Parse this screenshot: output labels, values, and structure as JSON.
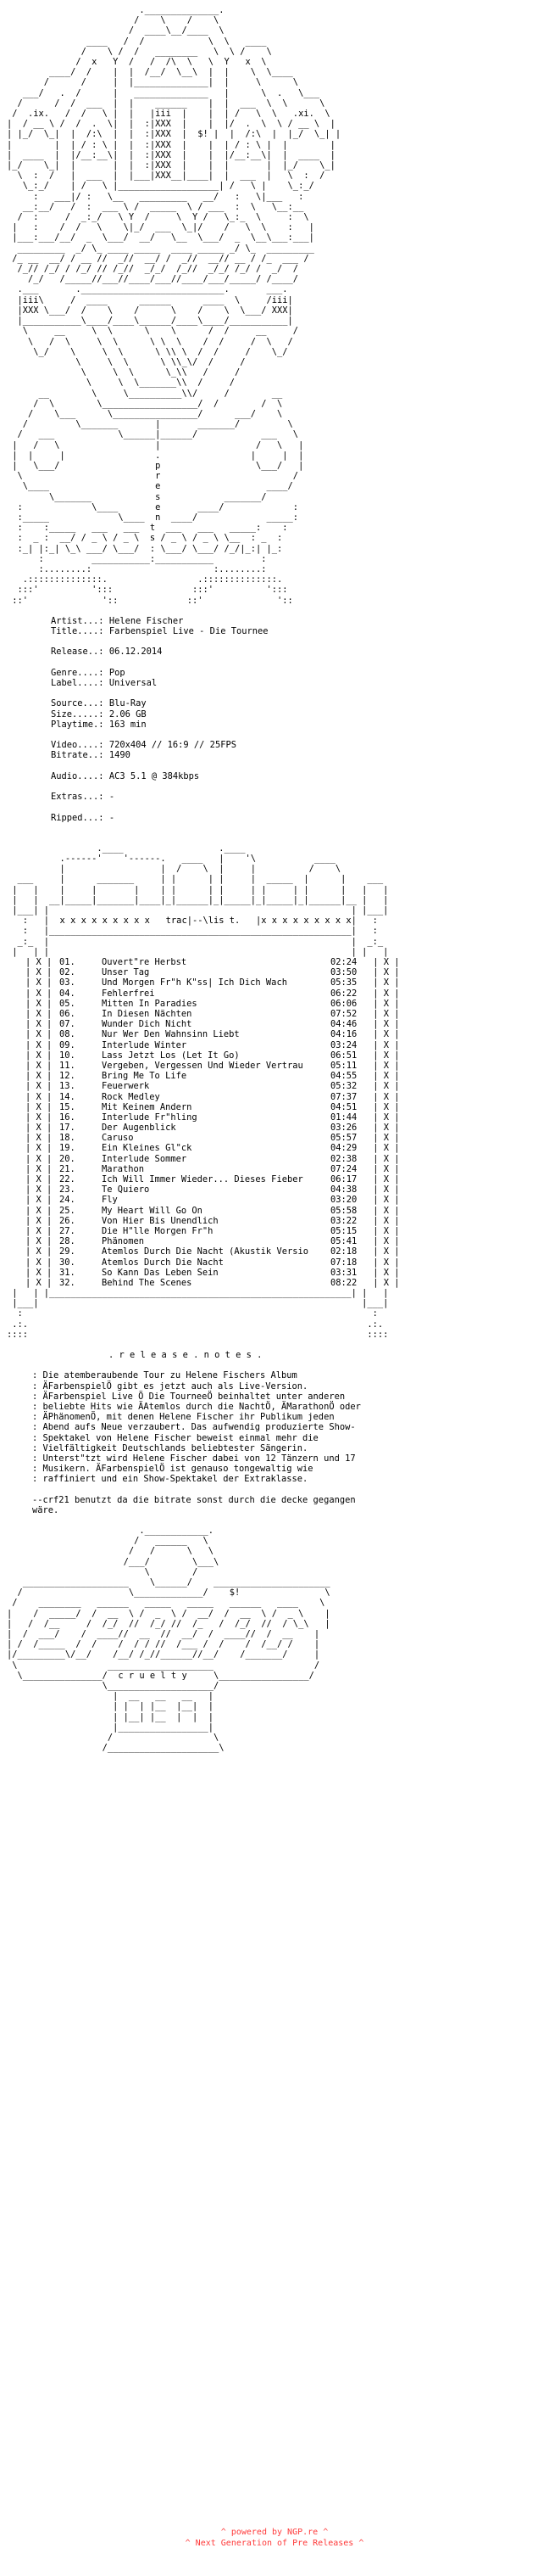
{
  "header_art": "                         .______________.\n                        /    \\    /    \\\n                       /  ____\\__/____  \\\n               ____   /  /            \\  \\   ____\n              /    \\ /  /   ________   \\  \\ /    \\\n             /  x   Y  /   /  /\\  \\   \\  Y   x  \\\n        ____/  /    |  |  /__/  \\__\\  |  |    \\  \\____\n       /      /     |  |______________|  |     \\      \\\n   ___/   .  /      |   ______________   |      \\  .   \\___\n  /      /  /  ___  |  |    ______    |  |  ___  \\  \\      \\\n /  .ix.   /  /   \\ |  |   |iii  |    |  | /   \\  \\   .xi.  \\\n|  / __ \\ /  /  .  \\|  |  :|XXX  |    |  |/  .  \\  \\ / __ \\  |\n| |_/  \\_|  |  /:\\  |  |  :|XXX  |  $! |  |  /:\\  |  |_/  \\_| |\n|        |  | / : \\ |  |  :|XXX  |    |  | / : \\ |  |        |\n|  ____  |  |/__:__\\|  |  :|XXX  |    |  |/__:__\\|  |  ____  |\n|_/    \\_|  |       |  |  :|XXX  |    |  |       |  |_/    \\_|\n  \\  :  /   |  ___  |  |___|XXX__|____|  |  ___  |   \\  :  /\n   \\_:_/    | /   \\ |___________________| /   \\ |    \\_:_/\n     :   ___|/ :   \\__   _________   __/   :   \\|___   :\n   __:__/   /  :  ___ \\ /  _____  \\ / ___  :  \\   \\__:__\n  /  :     /  _:_/   \\ Y  /     \\  Y /   \\_:_  \\     :  \\\n |   :    /  /   \\    \\|_/  ___  \\_|/    /   \\  \\    :   |\n |___:___/__/  _  \\___/  __/   \\__  \\___/  _  \\__\\___:___|\n  _________  _/ \\_ ____ _____  ____ _____ _/ \\_  _________\n /_ __  __/ / __ //  _//  __/ /  _//  __// __ / /_  ___ /\n  /_// /_/ / /_/ // /_//  _/_/  /_//  _/_/ /_/ /  _/  /\n    /_/   /_____//___//____/___//____/___/_____/ /____/\n  .___       .___________________________.       ___.\n  |iii\\     /  ____      ______      ____  \\     /iii|\n  |XXX \\___/  /    \\    /      \\    /    \\  \\___/ XXX|\n  |___________\\____/____\\______/____\\____/___________|\n   \\     __     \\  \\      \\    \\      /  /     __     /\n    \\   /  \\     \\  \\      \\ \\  \\    /  /     /  \\   /\n     \\_/    \\     \\  \\      \\ \\\\ \\  /  /     /    \\_/\n             \\     \\  \\      \\ \\\\_\\/  /     /\n              \\     \\  \\      \\_\\\\   /     /\n               \\     \\  \\_______\\\\  /     /\n      __        \\     \\__________\\\\/     /        __\n     /  \\        \\__________________/  /        /  \\\n    /    \\___      \\________________/      ___/    \\\n   /         \\_______       |       _______/         \\\n  /   ___            \\______|______/            ___   \\\n |   /   \\                  |                  /   \\   |\n |  |     |                 .                 |     |  |\n |   \\___/                  p                  \\___/   |\n  \\                         r                         /\n   \\____                    e                    ____/\n        \\_______            s            _______/\n  :             \\____       e       ____/             :\n  :_____             \\____  n  ____/             _____:\n  :    :_____   ___   ___  t  ___   ___   _____:    :\n  :  _ :  __/ / _ \\ / _ \\  s / _ \\ / _ \\ \\__  : _  :\n  :_| |:_| \\_\\ ___/ \\___/  : \\___/ \\___/ /_/|_:| |_:\n      :         ___________:___________         :\n      :........:                       :........:\n   .::::::::::::::.                 .::::::::::::::.\n  :::'          ':::               :::'          ':::\n ::'              '::             ::'              '::",
  "release_info": [
    {
      "label": "Artist...:",
      "value": "Helene Fischer"
    },
    {
      "label": "Title....:",
      "value": "Farbenspiel Live - Die Tournee"
    },
    {
      "label": "",
      "value": ""
    },
    {
      "label": "Release..:",
      "value": "06.12.2014"
    },
    {
      "label": "",
      "value": ""
    },
    {
      "label": "Genre....:",
      "value": "Pop"
    },
    {
      "label": "Label....:",
      "value": "Universal"
    },
    {
      "label": "",
      "value": ""
    },
    {
      "label": "Source...:",
      "value": "Blu-Ray"
    },
    {
      "label": "Size.....:",
      "value": "2.06 GB"
    },
    {
      "label": "Playtime.:",
      "value": "163 min"
    },
    {
      "label": "",
      "value": ""
    },
    {
      "label": "Video....:",
      "value": "720x404 // 16:9 // 25FPS"
    },
    {
      "label": "Bitrate..:",
      "value": "1490"
    },
    {
      "label": "",
      "value": ""
    },
    {
      "label": "Audio....:",
      "value": "AC3 5.1 @ 384kbps"
    },
    {
      "label": "",
      "value": ""
    },
    {
      "label": "Extras...:",
      "value": "-"
    },
    {
      "label": "",
      "value": ""
    },
    {
      "label": "Ripped...:",
      "value": "-"
    }
  ],
  "tracklist_art": "                 .____                  .____\n          .------'    '------.   ____   |    '\\           ____\n          |                  |  /    \\  |     |          /    \\\n  ___     |      _______     | |      | |     |  _____  |      |    ___\n |   |    |     |       |    | |      | |     | |     | |      |   |   |\n |   |  __|_____|_______|____|_|______|_|_____|_|_____|_|______|__ |   |\n |___| |                                                         | |___|\n   :   |  x x x x x x x x x   trac|--\\lis t.   |x x x x x x x x x|   :\n   :   |_________________________________________________________|   :\n  _:_  |                                                         |  _:_\n |   | |                                                         | |   |",
  "tracklist_heading": "trac|--\\list.",
  "tracks": [
    {
      "num": "01.",
      "title": "Ouvert\"re Herbst",
      "time": "02:24"
    },
    {
      "num": "02.",
      "title": "Unser Tag",
      "time": "03:50"
    },
    {
      "num": "03.",
      "title": "Und Morgen Fr\"h K\"ss| Ich Dich Wach",
      "time": "05:35"
    },
    {
      "num": "04.",
      "title": "Fehlerfrei",
      "time": "06:22"
    },
    {
      "num": "05.",
      "title": "Mitten In Paradies",
      "time": "06:06"
    },
    {
      "num": "06.",
      "title": "In Diesen Nächten",
      "time": "07:52"
    },
    {
      "num": "07.",
      "title": "Wunder Dich Nicht",
      "time": "04:46"
    },
    {
      "num": "08.",
      "title": "Nur Wer Den Wahnsinn Liebt",
      "time": "04:16"
    },
    {
      "num": "09.",
      "title": "Interlude Winter",
      "time": "03:24"
    },
    {
      "num": "10.",
      "title": "Lass Jetzt Los (Let It Go)",
      "time": "06:51"
    },
    {
      "num": "11.",
      "title": "Vergeben, Vergessen Und Wieder Vertrau",
      "time": "05:11"
    },
    {
      "num": "12.",
      "title": "Bring Me To Life",
      "time": "04:55"
    },
    {
      "num": "13.",
      "title": "Feuerwerk",
      "time": "05:32"
    },
    {
      "num": "14.",
      "title": "Rock Medley",
      "time": "07:37"
    },
    {
      "num": "15.",
      "title": "Mit Keinem Andern",
      "time": "04:51"
    },
    {
      "num": "16.",
      "title": "Interlude Fr\"hling",
      "time": "01:44"
    },
    {
      "num": "17.",
      "title": "Der Augenblick",
      "time": "03:26"
    },
    {
      "num": "18.",
      "title": "Caruso",
      "time": "05:57"
    },
    {
      "num": "19.",
      "title": "Ein Kleines Gl\"ck",
      "time": "04:29"
    },
    {
      "num": "20.",
      "title": "Interlude Sommer",
      "time": "02:38"
    },
    {
      "num": "21.",
      "title": "Marathon",
      "time": "07:24"
    },
    {
      "num": "22.",
      "title": "Ich Will Immer Wieder... Dieses Fieber",
      "time": "06:17"
    },
    {
      "num": "23.",
      "title": "Te Quiero",
      "time": "04:38"
    },
    {
      "num": "24.",
      "title": "Fly",
      "time": "03:20"
    },
    {
      "num": "25.",
      "title": "My Heart Will Go On",
      "time": "05:58"
    },
    {
      "num": "26.",
      "title": "Von Hier Bis Unendlich",
      "time": "03:22"
    },
    {
      "num": "27.",
      "title": "Die H\"lle Morgen Fr\"h",
      "time": "05:15"
    },
    {
      "num": "28.",
      "title": "Phänomen",
      "time": "05:41"
    },
    {
      "num": "29.",
      "title": "Atemlos Durch Die Nacht (Akustik Versio",
      "time": "02:18"
    },
    {
      "num": "30.",
      "title": "Atemlos Durch Die Nacht",
      "time": "07:18"
    },
    {
      "num": "31.",
      "title": "So Kann Das Leben Sein",
      "time": "03:31"
    },
    {
      "num": "32.",
      "title": "Behind The Scenes",
      "time": "08:22"
    }
  ],
  "tracklist_bottom_art": " |   | |_________________________________________________________| |   |\n |___|                                                             |___|\n  :                                                                  :\n .:.                                                                .:.\n::::                                                                ::::",
  "notes_title": ". r e l e a s e . n o t e s .",
  "notes_lines": [
    "Die atemberaubende Tour zu Helene Fischers Album",
    "ÄFarbenspielÖ gibt es jetzt auch als Live-Version.",
    "ÄFarbenspiel Live Ö Die TourneeÖ beinhaltet unter anderen",
    "beliebte Hits wie ÄAtemlos durch die NachtÖ, ÄMarathonÖ oder",
    "ÄPhänomenÖ, mit denen Helene Fischer ihr Publikum jeden",
    "Abend aufs Neue verzaubert. Das aufwendig produzierte Show-",
    "Spektakel von Helene Fischer beweist einmal mehr die",
    "Vielfältigkeit Deutschlands beliebtester Sängerin.",
    "Unterst\"tzt wird Helene Fischer dabei von 12 Tänzern und 17",
    "Musikern. ÄFarbenspielÖ ist genauso tongewaltig wie",
    "raffiniert und ein Show-Spektakel der Extraklasse."
  ],
  "signature_line_1": "--crf21 benutzt da die bitrate sonst durch die decke gegangen",
  "signature_line_2": "wäre.",
  "logo_art": "                         .____________.\n                        /   ______   \\\n                       /   /      \\   \\\n                      /___/        \\___\\\n                          \\        /\n   ____________________    \\______/    ______________________\n  /                    \\_____________/    $!                \\\n /    ________   ______   _____   _____   ______   ____    \\\n|    /  _____/  /  __  \\ /  _  \\ /  __/  /  __  \\ /  _ \\    |\n|   /  /__     /  /_/  //  /_/ //  /_   /  /_/  //  / \\_\\   |\n|  /  ___/    /  ____//  __  //  __/  /  ____//  /  __    |\n| /  /_____  /  /    /  / / //  /___ /  /    /  /__/ /    |\n|/_________\\/__/    /__/ /_//______//__/    /_______/     |\n \\                 ____________________                   /\n  \\_______________/  c r u e l t y     \\_________________/\n                  \\____________________/\n                    |  __   __   __   |\n                    | |  | |__  |__|  |\n                    | |__| |__  |  |  |\n                    |_________________|\n                   /                   \\\n                  /_____________________\\",
  "footer_line_1": "^ powered by NGP.re ^",
  "footer_line_2": "^ Next Generation of Pre Releases ^"
}
